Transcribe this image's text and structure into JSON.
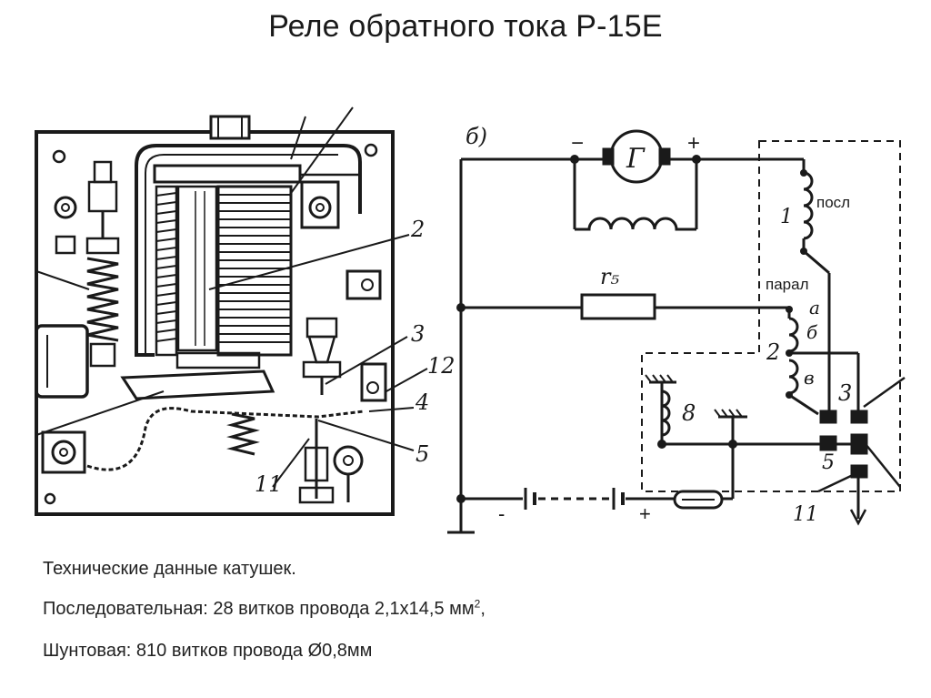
{
  "title": "Реле обратного тока Р-15Е",
  "drawing_labels": {
    "callout_2": "2",
    "callout_3": "3",
    "callout_12": "12",
    "callout_4": "4",
    "callout_5": "5",
    "callout_11": "11"
  },
  "schematic_labels": {
    "panel_b": "б)",
    "minus_top": "−",
    "plus_top": "+",
    "generator": "Г",
    "coil_1": "1",
    "posl": "посл",
    "paral": "парал",
    "r5": "r₅",
    "tap_a": "а",
    "tap_b": "б",
    "tap_v": "в",
    "coil_2": "2",
    "contact_3": "3",
    "coil_8": "8",
    "contact_5": "5",
    "minus_bottom": "-",
    "plus_bottom": "+",
    "contact_11": "11"
  },
  "specs": {
    "heading": "Технические данные катушек.",
    "series_text": "Последовательная: 28 витков провода 2,1х14,5 мм",
    "series_sup": "2",
    "series_tail": ",",
    "shunt_text": "Шунтовая: 810 витков провода Ø0,8мм"
  }
}
